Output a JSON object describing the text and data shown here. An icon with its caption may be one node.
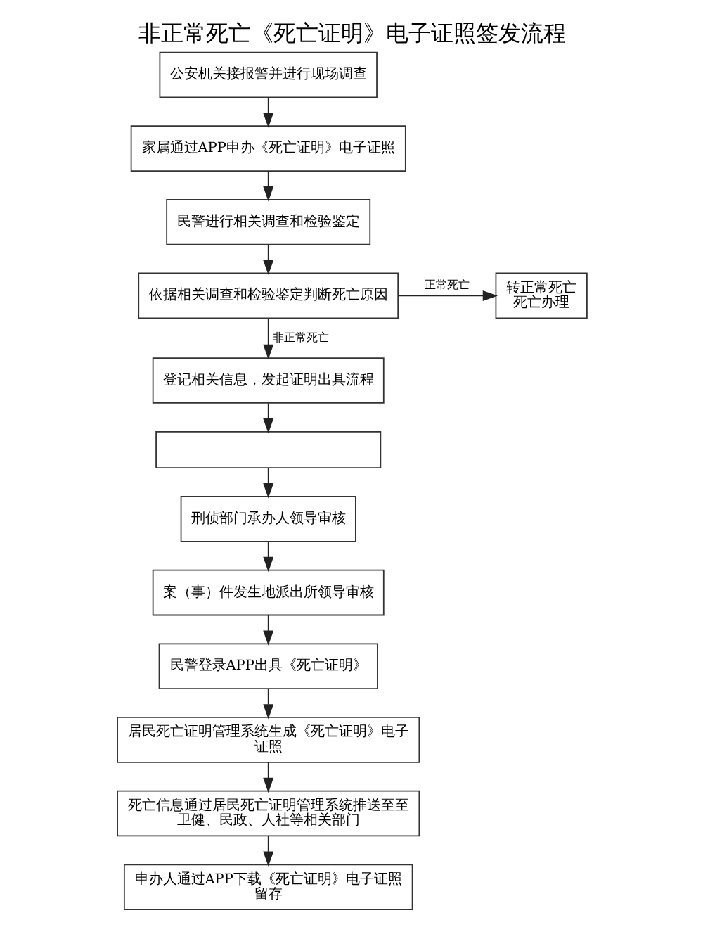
{
  "diagram": {
    "title": "非正常死亡《死亡证明》电子证照签发流程",
    "nodes": [
      {
        "text": [
          "公安机关接报警并进行现场调查"
        ]
      },
      {
        "text": [
          "家属通过APP申办《死亡证明》电子证照"
        ]
      },
      {
        "text": [
          "民警进行相关调查和检验鉴定"
        ]
      },
      {
        "text": [
          "依据相关调查和检验鉴定判断死亡原因"
        ]
      },
      {
        "text": [
          "转正常死亡死亡办理"
        ]
      },
      {
        "text": [
          "登记相关信息，发起证明出具流程"
        ]
      },
      {
        "text": [],
        "shape": "box"
      },
      {
        "text": [
          "刑侦部门承办人领导审核"
        ]
      },
      {
        "text": [
          "案（事）件发生地派出所领导审核"
        ]
      },
      {
        "text": [
          "民警登录APP出具《死亡证明》"
        ]
      },
      {
        "text": [
          "居民死亡证明管理系统生成《死亡证明》电子证照"
        ]
      },
      {
        "text": [
          "死亡信息通过居民死亡证明管理系统推送至至卫健、民政、人社等相关部门"
        ]
      },
      {
        "text": [
          "申办人通过APP下载《死亡证明》电子证照留存"
        ]
      }
    ],
    "edges": [
      {
        "from": 0,
        "to": 1,
        "arrow": "to"
      },
      {
        "from": 1,
        "to": 2,
        "arrow": "to"
      },
      {
        "from": 2,
        "to": 3,
        "arrow": "to"
      },
      {
        "from": 3,
        "to": 4,
        "arrow": "to",
        "label": "正常死亡"
      },
      {
        "from": 3,
        "to": 5,
        "arrow": "to",
        "label": "非正常死亡"
      },
      {
        "from": 5,
        "to": 6,
        "arrow": "to"
      },
      {
        "from": 6,
        "to": 7,
        "arrow": "to"
      },
      {
        "from": 7,
        "to": 8,
        "arrow": "to"
      },
      {
        "from": 8,
        "to": 9,
        "arrow": "to"
      },
      {
        "from": 9,
        "to": 10,
        "arrow": "to"
      },
      {
        "from": 10,
        "to": 11,
        "arrow": "to"
      },
      {
        "from": 11,
        "to": 12,
        "arrow": "to"
      }
    ]
  }
}
